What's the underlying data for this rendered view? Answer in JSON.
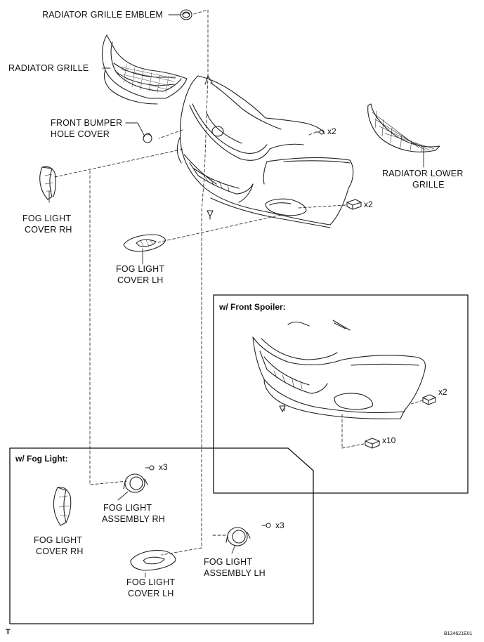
{
  "labels": {
    "radiator_grille_emblem": "RADIATOR GRILLE EMBLEM",
    "radiator_grille": "RADIATOR GRILLE",
    "front_bumper_hole_cover_1": "FRONT BUMPER",
    "front_bumper_hole_cover_2": "HOLE COVER",
    "radiator_lower_grille_1": "RADIATOR LOWER",
    "radiator_lower_grille_2": "GRILLE",
    "fog_light_cover_rh_1": "FOG LIGHT",
    "fog_light_cover_rh_2": "COVER RH",
    "fog_light_cover_lh_1": "FOG LIGHT",
    "fog_light_cover_lh_2": "COVER LH"
  },
  "quantities": {
    "screw_x2": "x2",
    "clip_x2": "x2",
    "spoiler_x2": "x2",
    "spoiler_x10": "x10",
    "fog_rh_x3": "x3",
    "fog_lh_x3": "x3"
  },
  "spoiler_box": {
    "title": "w/ Front Spoiler:"
  },
  "fog_box": {
    "title": "w/ Fog Light:",
    "fog_light_cover_rh_1": "FOG LIGHT",
    "fog_light_cover_rh_2": "COVER RH",
    "fog_light_assembly_rh_1": "FOG LIGHT",
    "fog_light_assembly_rh_2": "ASSEMBLY RH",
    "fog_light_cover_lh_1": "FOG LIGHT",
    "fog_light_cover_lh_2": "COVER LH",
    "fog_light_assembly_lh_1": "FOG LIGHT",
    "fog_light_assembly_lh_2": "ASSEMBLY LH"
  },
  "footer": {
    "corner_mark": "T",
    "figure_id": "B134621E01"
  }
}
